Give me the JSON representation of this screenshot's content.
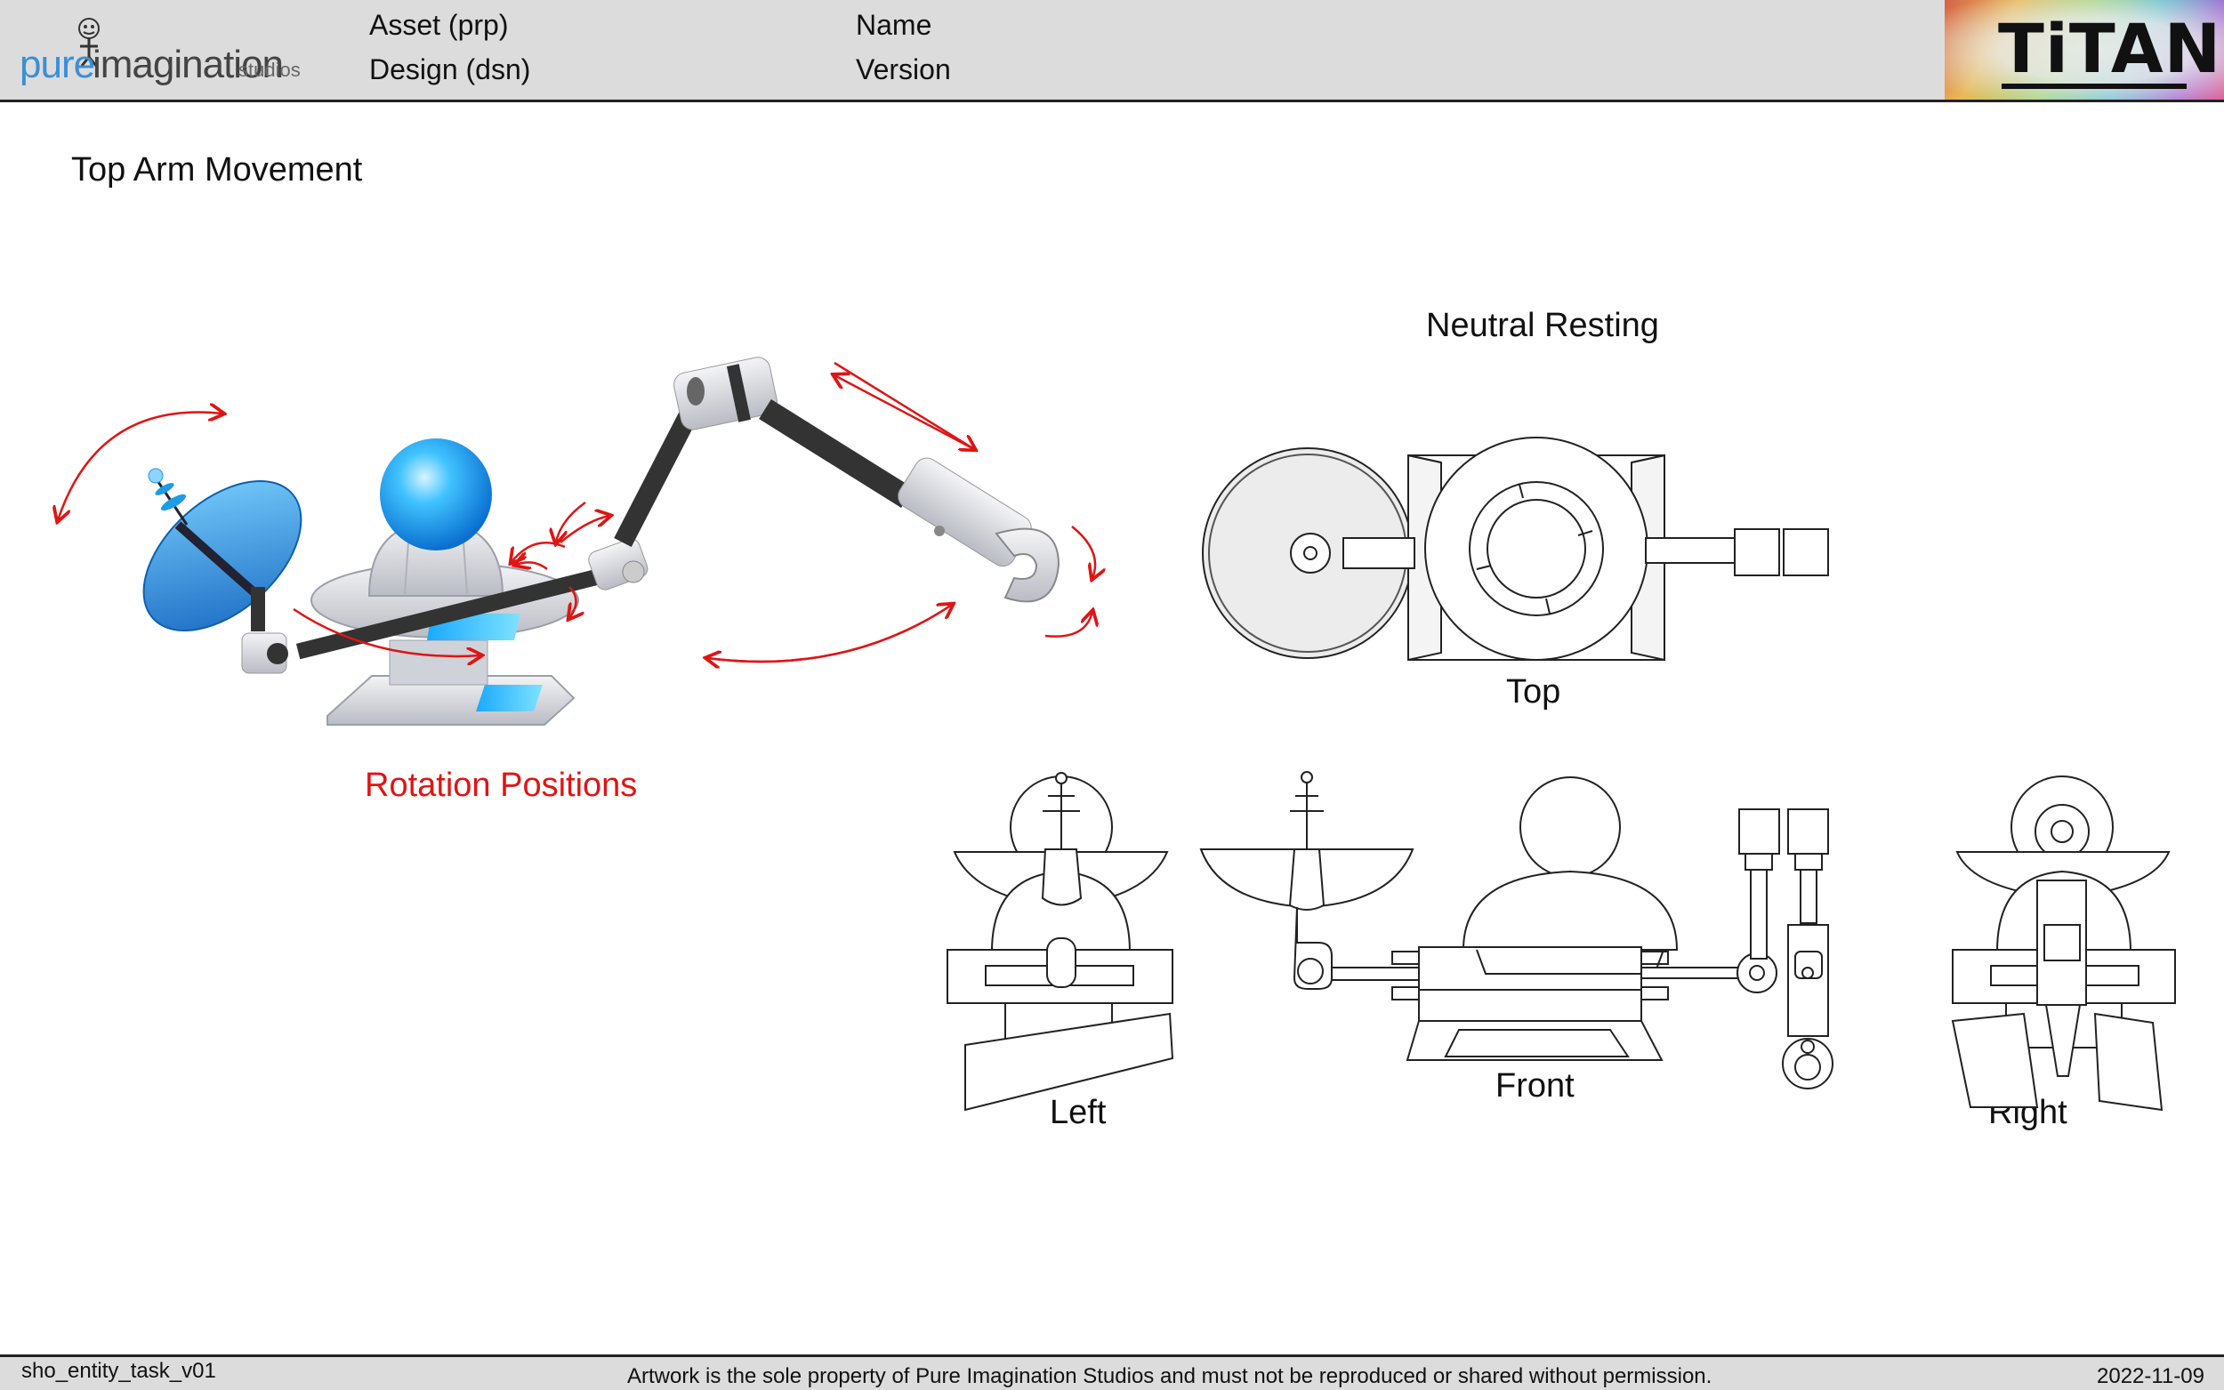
{
  "header": {
    "logo_primary": "pure",
    "logo_secondary": "imagination",
    "logo_suffix": "studios",
    "field_asset": "Asset (prp)",
    "field_design": "Design (dsn)",
    "field_name": "Name",
    "field_version": "Version",
    "brand": "TiTAN"
  },
  "main": {
    "title": "Top Arm Movement",
    "rotation_label": "Rotation Positions",
    "neutral_title": "Neutral Resting",
    "view_top": "Top",
    "view_left": "Left",
    "view_front": "Front",
    "view_right": "Right"
  },
  "footer": {
    "filename": "sho_entity_task_v01",
    "copyright": "Artwork is the sole property of Pure Imagination Studios and must not be reproduced or shared without permission.",
    "date": "2022-11-09"
  },
  "colors": {
    "accent_red": "#e01414",
    "accent_blue": "#1e9be6",
    "header_bg": "#dcdcdc"
  }
}
